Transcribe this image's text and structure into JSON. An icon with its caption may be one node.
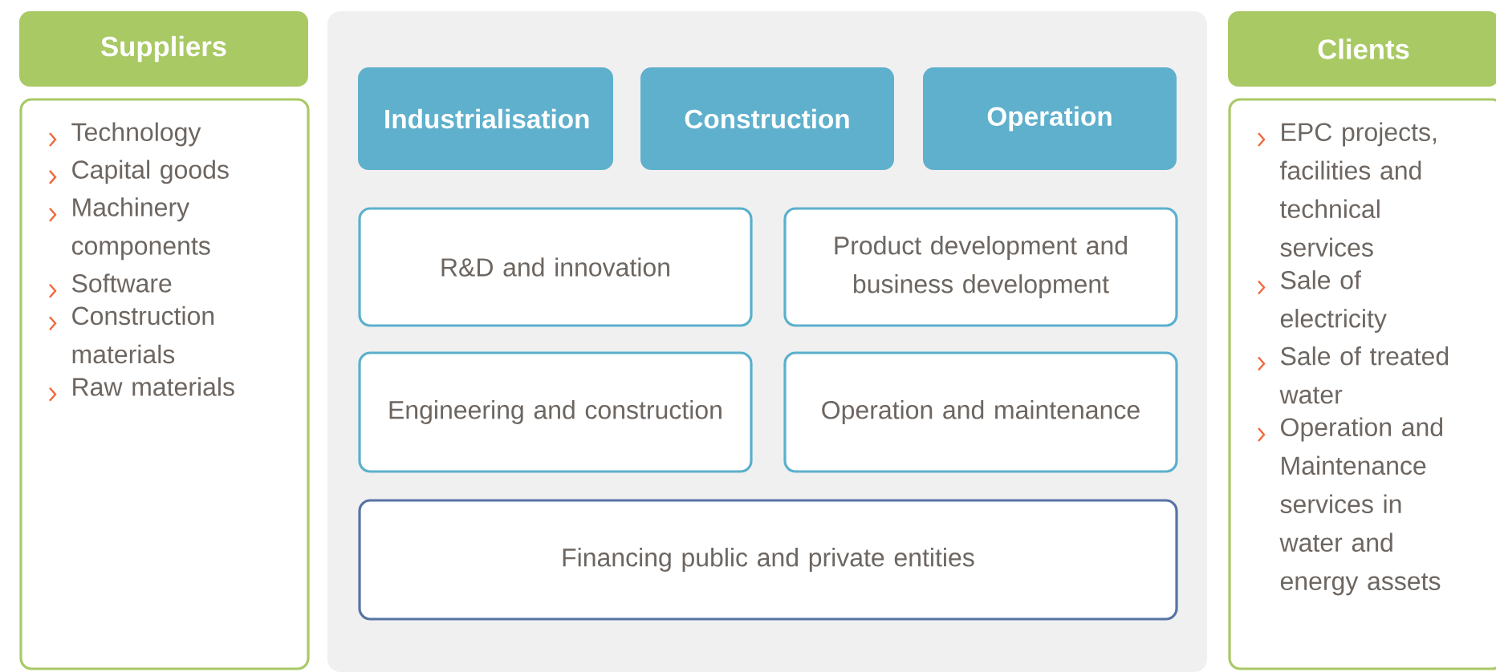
{
  "diagram": {
    "nodes": [
      {
        "text": [
          "Suppliers"
        ]
      },
      {
        "text": [
          "Technology",
          "Capital goods",
          "Machinery components",
          "Software",
          "Construction materials",
          "Raw materials"
        ]
      },
      {
        "text": [],
        "shape": "box"
      },
      {
        "text": [
          "Industrialisation"
        ],
        "in": 2
      },
      {
        "text": [
          "Construction"
        ],
        "in": 2
      },
      {
        "text": [
          "Operation"
        ],
        "in": 2
      },
      {
        "text": [
          "R&D and innovation"
        ],
        "in": 2
      },
      {
        "text": [
          "Product development and business development"
        ],
        "in": 2
      },
      {
        "text": [
          "Engineering and construction"
        ],
        "in": 2
      },
      {
        "text": [
          "Operation and maintenance"
        ],
        "in": 2
      },
      {
        "text": [
          "Financing public and private entities"
        ],
        "in": 2
      },
      {
        "text": [
          "Clients"
        ]
      },
      {
        "text": [
          "EPC projects, facilities and technical services",
          "Sale of electricity",
          "Sale of treated water",
          "Operation and Maintenance services in water and energy assets"
        ]
      }
    ]
  }
}
